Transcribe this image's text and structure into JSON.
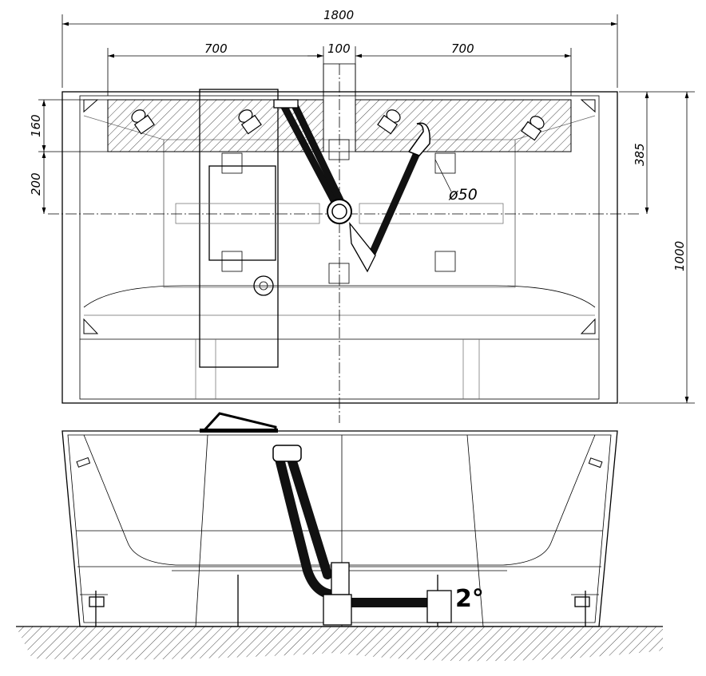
{
  "drawing": {
    "title": "Bathtub installation drawing",
    "dimensions": {
      "overall_width": "1800",
      "left_offset": "700",
      "center_gap": "100",
      "right_offset": "700",
      "top_band": "160",
      "drain_offset": "200",
      "drain_from_edge": "385",
      "overall_depth": "1000",
      "drain_diameter": "ø50",
      "slope": "2°"
    }
  }
}
